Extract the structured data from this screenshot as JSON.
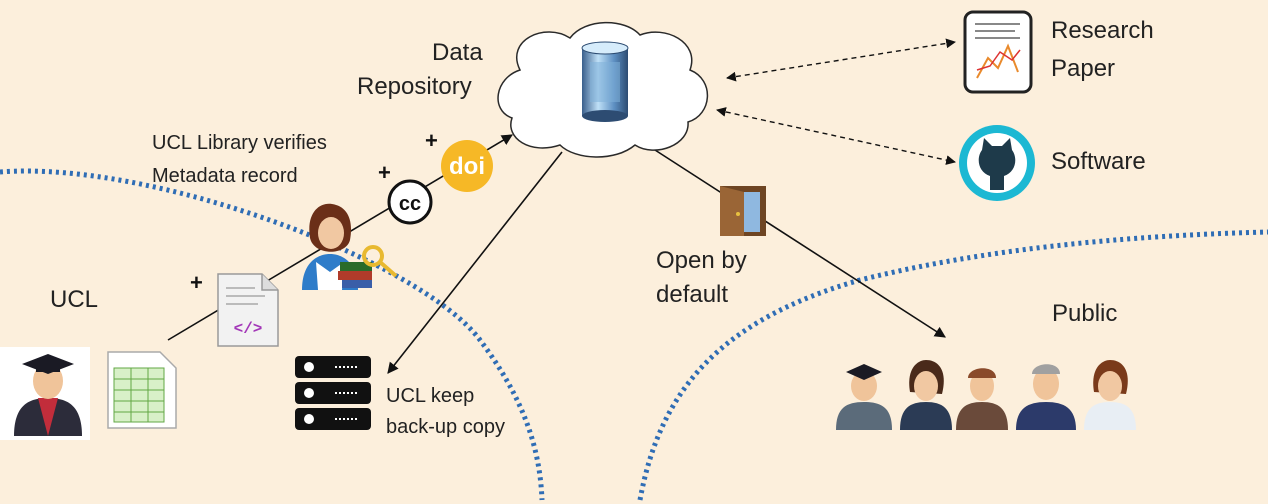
{
  "repository": {
    "line1": "Data",
    "line2": "Repository"
  },
  "research_paper": {
    "line1": "Research",
    "line2": "Paper"
  },
  "software": {
    "label": "Software"
  },
  "library": {
    "line1": "UCL Library verifies",
    "line2": "Metadata record"
  },
  "ucl": {
    "label": "UCL"
  },
  "public": {
    "label": "Public"
  },
  "open": {
    "line1": "Open by",
    "line2": "default"
  },
  "backup": {
    "line1": "UCL keep",
    "line2": "back-up copy"
  },
  "badges": {
    "doi": "doi",
    "cc": "cc",
    "code": "</>"
  },
  "plus_signs": {
    "p1": "+",
    "p2": "+",
    "p3": "+"
  },
  "colors": {
    "background": "#fcefdc",
    "dotted_boundary": "#2f6db5",
    "doi": "#f6b826",
    "github_ring": "#1cb8d3"
  },
  "icons": [
    "cloud-icon",
    "database-icon",
    "research-paper-icon",
    "github-icon",
    "doi-icon",
    "cc-icon",
    "librarian-icon",
    "code-file-icon",
    "graduate-icon",
    "spreadsheet-icon",
    "server-icon",
    "door-icon",
    "people-icon"
  ]
}
